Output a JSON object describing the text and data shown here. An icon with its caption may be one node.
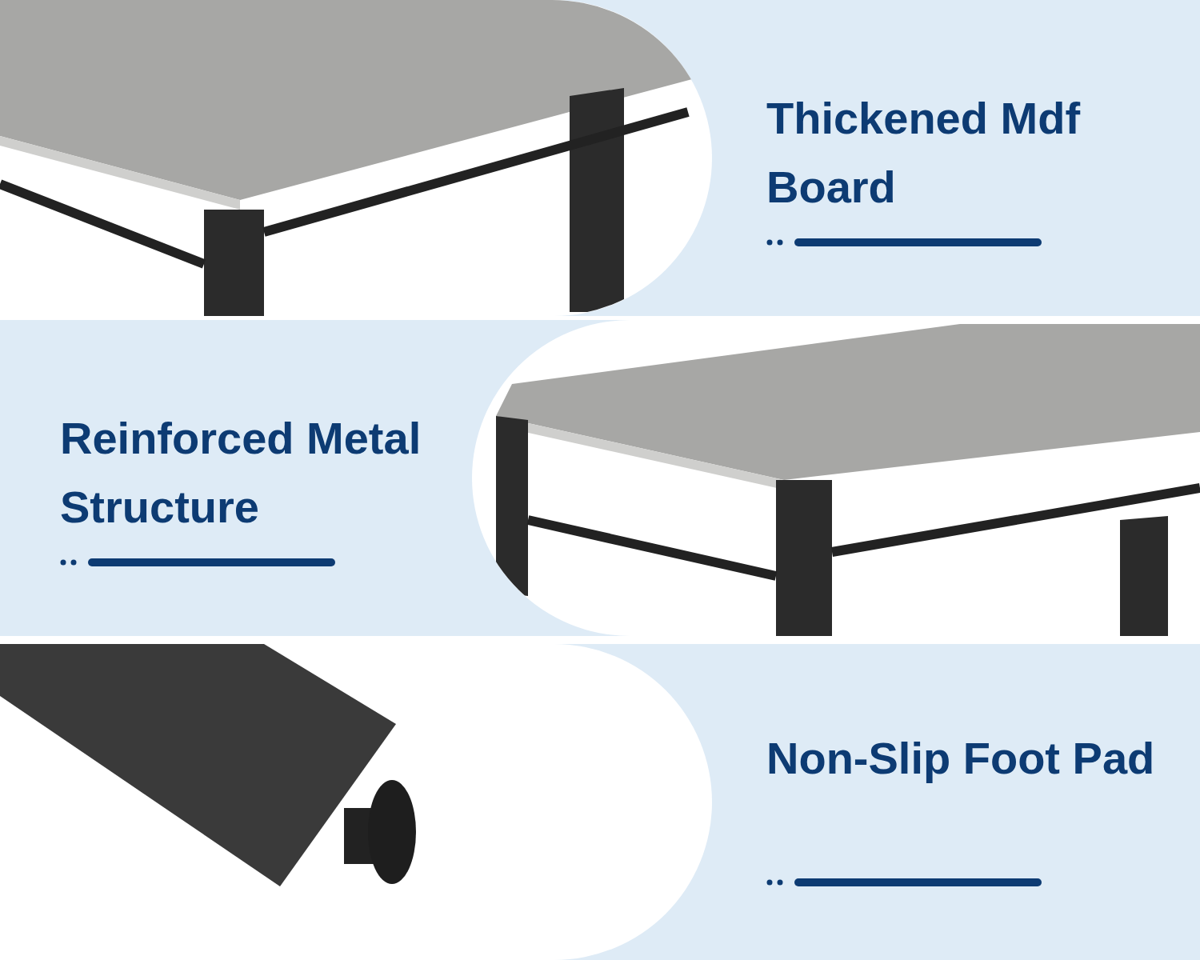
{
  "diagram": {
    "labels": [
      "Thickened Mdf Board",
      "Reinforced Metal Structure",
      "Non-Slip Foot Pad"
    ]
  }
}
